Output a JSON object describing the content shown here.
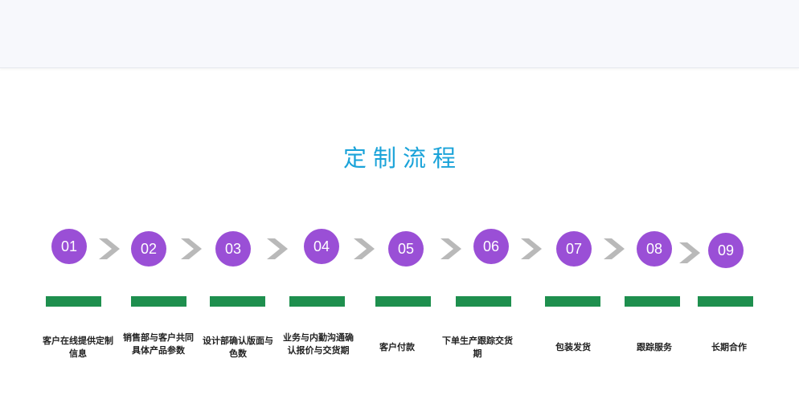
{
  "title": "定制流程",
  "colors": {
    "title": "#1aa3d9",
    "circle": "#9a4fd6",
    "bar": "#1e8f4e",
    "arrow": "#b9b9b9"
  },
  "steps": [
    {
      "number": "01",
      "label": "客户在线提供定制信息"
    },
    {
      "number": "02",
      "label": "销售部与客户共同具体产品参数"
    },
    {
      "number": "03",
      "label": "设计部确认版面与色数"
    },
    {
      "number": "04",
      "label": "业务与内勤沟通确认报价与交货期"
    },
    {
      "number": "05",
      "label": "客户付款"
    },
    {
      "number": "06",
      "label": "下单生产跟踪交货期"
    },
    {
      "number": "07",
      "label": "包装发货"
    },
    {
      "number": "08",
      "label": "跟踪服务"
    },
    {
      "number": "09",
      "label": "长期合作"
    }
  ],
  "arrow_icon": "chevron-right-icon"
}
